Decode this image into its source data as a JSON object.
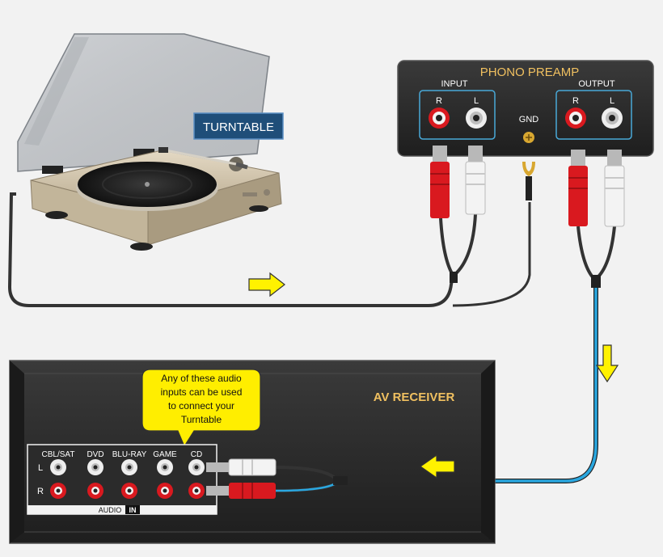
{
  "turntable": {
    "label": "TURNTABLE"
  },
  "preamp": {
    "title": "PHONO PREAMP",
    "input_label": "INPUT",
    "output_label": "OUTPUT",
    "gnd_label": "GND",
    "right_label": "R",
    "left_label": "L"
  },
  "receiver": {
    "title": "AV RECEIVER",
    "callout_lines": [
      "Any of these audio",
      "inputs can be used",
      "to connect your",
      "Turntable"
    ],
    "row_labels": [
      "L",
      "R"
    ],
    "input_columns": [
      "CBL/SAT",
      "DVD",
      "BLU-RAY",
      "GAME",
      "CD"
    ],
    "audio_label": "AUDIO",
    "in_label": "IN"
  },
  "colors": {
    "background": "#f2f2f2",
    "device_panel": "#2b2b2b",
    "preamp_title": "#f0c060",
    "receiver_title": "#f0c060",
    "input_border": "#49a9d8",
    "callout_fill": "#ffee00",
    "arrow_fill": "#fff200",
    "cable_blue": "#2aa7e0",
    "cable_black": "#333333",
    "jack_red": "#d9191f",
    "jack_white": "#eeeeee",
    "turntable_label_bg": "#1f4e79"
  },
  "icons": {
    "flow_arrows": "arrow-icon",
    "ground_terminal": "spade-lug-icon"
  }
}
